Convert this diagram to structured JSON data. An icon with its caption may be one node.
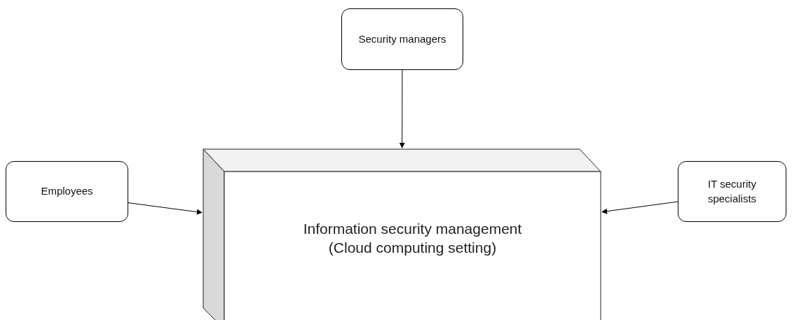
{
  "diagram": {
    "nodes": [
      {
        "text": [
          "Security managers"
        ]
      },
      {
        "text": [
          "Employees"
        ]
      },
      {
        "text": [
          "IT security specialists"
        ]
      },
      {
        "text": [
          "Information security management",
          "(Cloud computing setting)"
        ]
      }
    ],
    "edges": [
      {
        "from": 0,
        "to": 3,
        "arrow": "to"
      },
      {
        "from": 1,
        "to": 3,
        "arrow": "to"
      },
      {
        "from": 2,
        "to": 3,
        "arrow": "to"
      }
    ]
  }
}
